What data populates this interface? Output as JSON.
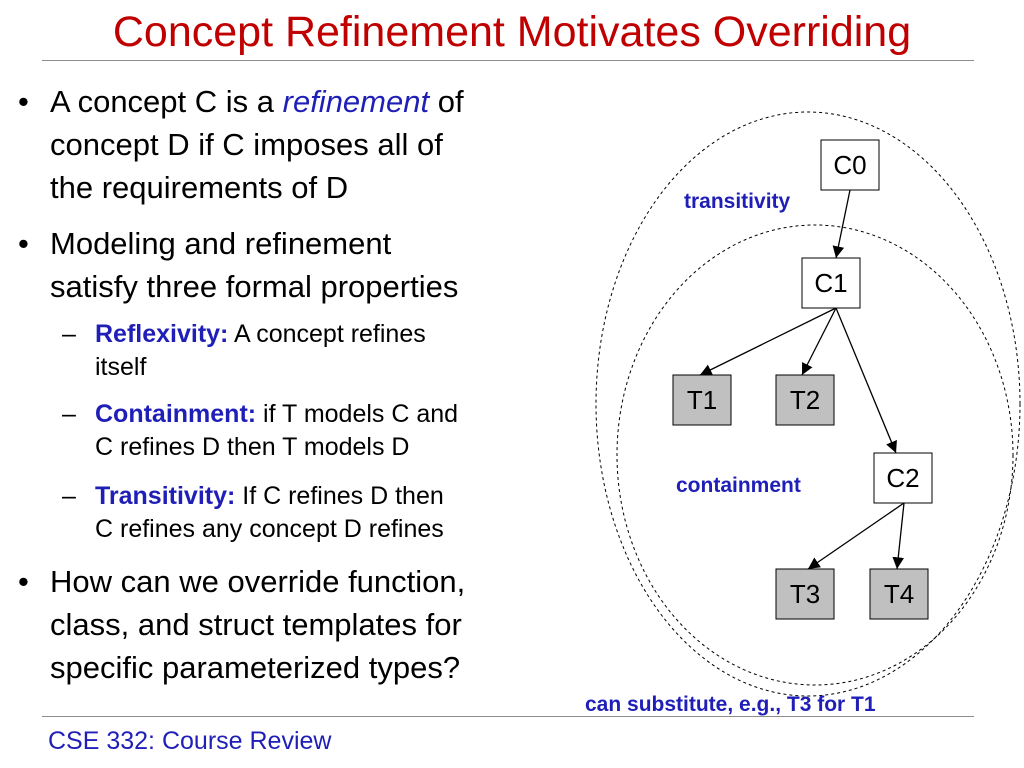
{
  "slide": {
    "title": "Concept Refinement Motivates Overriding",
    "bullets": [
      {
        "lines": [
          {
            "pre": "A concept C is a ",
            "em": "refinement",
            "post": " of"
          },
          "concept D if C imposes all of",
          "the requirements of D"
        ]
      },
      {
        "lines": [
          "Modeling and refinement",
          "satisfy three formal properties"
        ]
      },
      {
        "sub": [
          {
            "label": "Reflexivity:",
            "lines": [
              " A concept refines",
              "itself"
            ]
          },
          {
            "label": "Containment:",
            "lines": [
              " if T models C and",
              "C refines D then T models D"
            ]
          },
          {
            "label": "Transitivity:",
            "lines": [
              " If C refines D then",
              "C refines any concept D refines"
            ]
          }
        ]
      },
      {
        "lines": [
          "How can we override function,",
          "class, and struct templates for",
          "specific parameterized types?"
        ]
      }
    ],
    "bullet_glyph": "•",
    "dash_glyph": "–",
    "footer": "CSE 332: Course Review"
  },
  "diagram": {
    "nodes": {
      "C0": "C0",
      "C1": "C1",
      "C2": "C2",
      "T1": "T1",
      "T2": "T2",
      "T3": "T3",
      "T4": "T4"
    },
    "labels": {
      "transitivity": "transitivity",
      "containment": "containment",
      "substitute": "can substitute, e.g., T3 for T1"
    },
    "colors": {
      "label": "#1f1fb8",
      "title": "#c00000",
      "type_box_fill": "#c0c0c0",
      "concept_box_fill": "#ffffff"
    }
  }
}
